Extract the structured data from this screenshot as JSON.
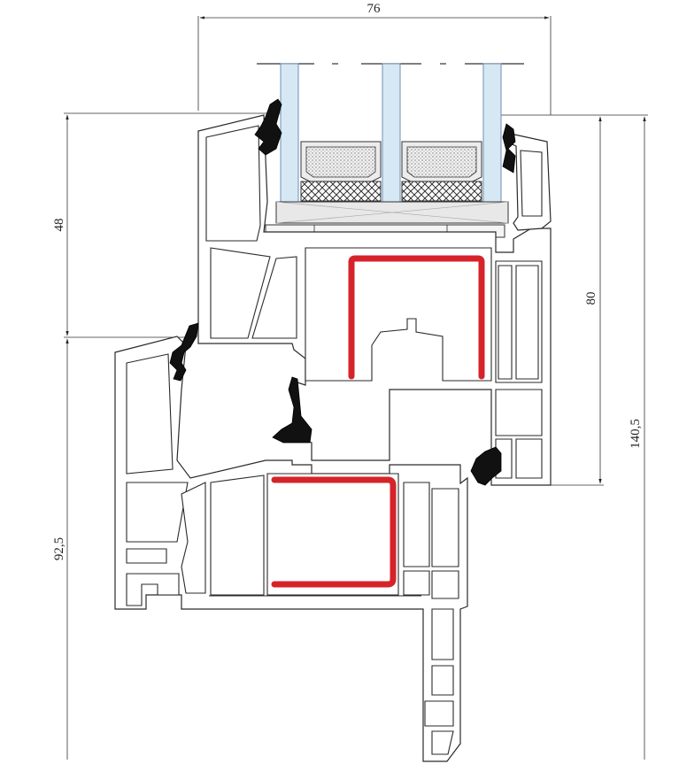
{
  "dimensions": {
    "width_top": "76",
    "height_sash": "48",
    "height_right_80": "80",
    "height_frame": "92,5",
    "height_total": "140,5"
  },
  "colors": {
    "steel_reinforcement": "#d6232a",
    "glass_pane": "#d7e8f5",
    "desiccant_spacer": "#ececec",
    "gasket": "#111111",
    "profile_outline": "#2a2a2a"
  },
  "components": {
    "glazing": "triple-glazing-icon",
    "reinforcement": "steel-reinforcement-icon",
    "gaskets": "rubber-gasket-icon"
  }
}
